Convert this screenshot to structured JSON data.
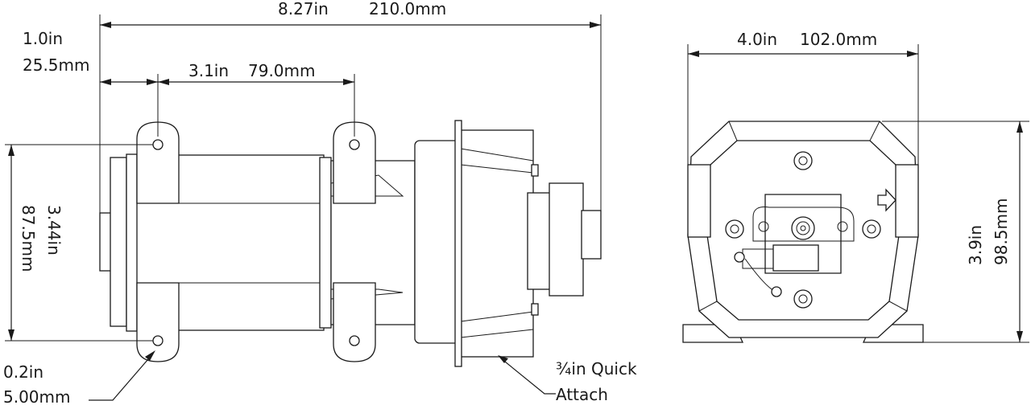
{
  "side_view": {
    "overall_length": {
      "in": "8.27in",
      "mm": "210.0mm"
    },
    "motor_end_offset": {
      "in": "1.0in",
      "mm": "25.5mm"
    },
    "mount_hole_spacing": {
      "in": "3.1in",
      "mm": "79.0mm"
    },
    "height": {
      "in": "3.44in",
      "mm": "87.5mm"
    },
    "mount_hole_diameter": {
      "in": "0.2in",
      "mm": "5.00mm"
    },
    "port_callout": {
      "line1": "¾in Quick",
      "line2": "Attach"
    }
  },
  "end_view": {
    "width": {
      "in": "4.0in",
      "mm": "102.0mm"
    },
    "height": {
      "in": "3.9in",
      "mm": "98.5mm"
    }
  }
}
